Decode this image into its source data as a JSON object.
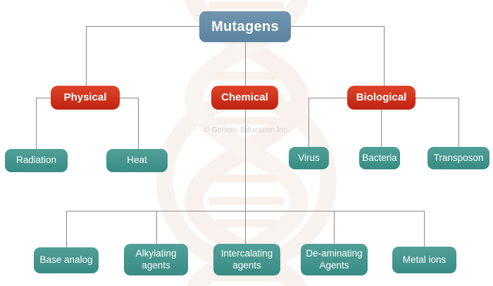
{
  "root": {
    "label": "Mutagens"
  },
  "watermark": "© Genetic Education Inc.",
  "colors": {
    "canvas-bg": "#ffffff",
    "root-top": "#7095ae",
    "root-bottom": "#5a84a1",
    "category-top": "#df442a",
    "category-bottom": "#bf2310",
    "item-top": "#51a098",
    "item-bottom": "#388c84",
    "line": "#8a8a8a",
    "watermark-text": "#d8d2d0",
    "helix": "#f7ede7"
  },
  "categories": [
    {
      "label": "Physical",
      "children": [
        "Radiation",
        "Heat"
      ]
    },
    {
      "label": "Chemical",
      "children": [
        "Base analog",
        "Alkylating agents",
        "Intercalating agents",
        "De-aminating Agents",
        "Metal ions"
      ]
    },
    {
      "label": "Biological",
      "children": [
        "Virus",
        "Bacteria",
        "Transposon"
      ]
    }
  ]
}
